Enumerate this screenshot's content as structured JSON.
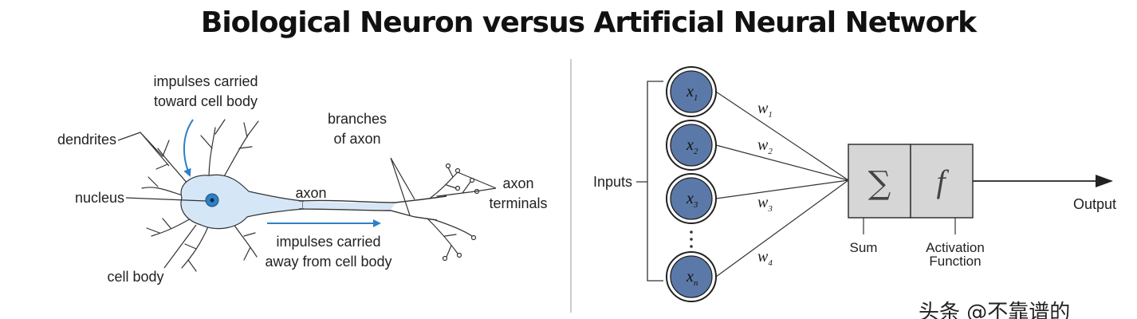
{
  "title": "Biological Neuron versus Artificial Neural Network",
  "neuron": {
    "impulses_toward": [
      "impulses carried",
      "toward cell body"
    ],
    "dendrites": "dendrites",
    "nucleus": "nucleus",
    "cell_body": "cell body",
    "axon": "axon",
    "branches": [
      "branches",
      "of axon"
    ],
    "terminals": [
      "axon",
      "terminals"
    ],
    "impulses_away": [
      "impulses carried",
      "away from cell body"
    ],
    "arrow_color": "#2f80c4",
    "cell_color": "#d5e6f7",
    "nucleus_color": "#2f80c4"
  },
  "network": {
    "inputs_label": "Inputs",
    "nodes": [
      {
        "base": "x",
        "sub": "1"
      },
      {
        "base": "x",
        "sub": "2"
      },
      {
        "base": "x",
        "sub": "3"
      },
      {
        "base": "x",
        "sub": "n"
      }
    ],
    "weights": [
      {
        "base": "w",
        "sub": "1"
      },
      {
        "base": "w",
        "sub": "2"
      },
      {
        "base": "w",
        "sub": "3"
      },
      {
        "base": "w",
        "sub": "4"
      }
    ],
    "sum_symbol": "∑",
    "activation_symbol": "f",
    "sum_label": "Sum",
    "activation_label": [
      "Activation",
      "Function"
    ],
    "output_label": "Output",
    "node_color": "#5b79a8",
    "box_color": "#d6d6d6"
  },
  "watermark": "头条 @不靠谱的"
}
